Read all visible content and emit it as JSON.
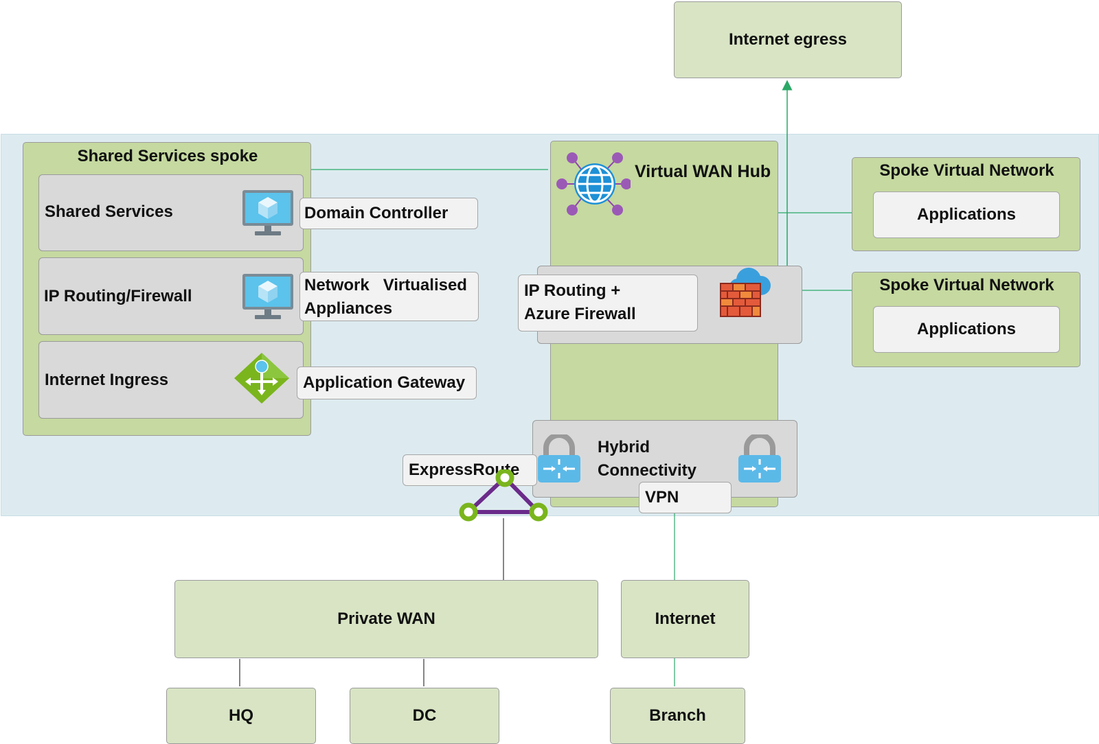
{
  "internet_egress": "Internet egress",
  "shared_spoke": {
    "title": "Shared Services spoke",
    "rows": [
      {
        "label": "Shared Services",
        "callout": "Domain Controller"
      },
      {
        "label": "IP Routing/Firewall",
        "callout_line1": "Network   Virtualised",
        "callout_line2": "Appliances"
      },
      {
        "label": "Internet Ingress",
        "callout": "Application Gateway"
      }
    ]
  },
  "hub": {
    "title": "Virtual WAN Hub",
    "firewall_line1": "IP Routing +",
    "firewall_line2": "Azure Firewall",
    "hybrid_line1": "Hybrid",
    "hybrid_line2": "Connectivity",
    "expressroute": "ExpressRoute",
    "vpn": "VPN"
  },
  "spokes": [
    {
      "title": "Spoke Virtual Network",
      "app": "Applications"
    },
    {
      "title": "Spoke Virtual Network",
      "app": "Applications"
    }
  ],
  "private_wan": "Private WAN",
  "internet": "Internet",
  "hq": "HQ",
  "dc": "DC",
  "branch": "Branch",
  "colors": {
    "region_bg": "#ddebf0",
    "box_green_light": "#d8e4c4",
    "box_green_mid": "#c5d9a0",
    "connector_green": "#2aa866",
    "expressroute_purple": "#6b2b8a",
    "expressroute_green": "#7ab51d"
  },
  "icons": [
    "monitor-cube-icon",
    "app-gateway-icon",
    "globe-network-icon",
    "firewall-cloud-icon",
    "vpn-gateway-lock-icon",
    "expressroute-triangle-icon"
  ]
}
